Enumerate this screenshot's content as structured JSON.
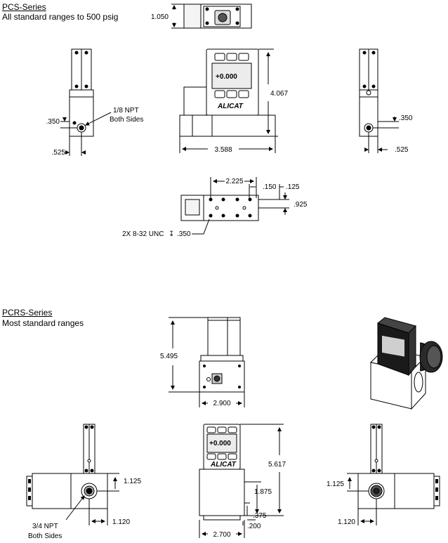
{
  "pcs": {
    "title": "PCS-Series",
    "subtitle": "All standard ranges to 500 psig",
    "dims": {
      "top_height": "1.050",
      "front_height": "4.067",
      "front_width": "3.588",
      "side_offset_left": ".350",
      "side_width_left": ".525",
      "side_offset_right": ".350",
      "side_width_right": ".525",
      "bottom_length": "2.225",
      "bottom_gap": ".150",
      "bottom_edge": ".125",
      "bottom_height": ".925"
    },
    "labels": {
      "port": "1/8 NPT",
      "port_sides": "Both Sides",
      "mount": "2X 8-32 UNC",
      "mount_depth": ".350",
      "display_value": "+0.000",
      "logo": "ALICAT"
    }
  },
  "pcrs": {
    "title": "PCRS-Series",
    "subtitle": "Most standard ranges",
    "dims": {
      "top_height": "5.495",
      "top_width": "2.900",
      "front_height": "5.617",
      "front_port_height": "1.875",
      "front_offset_a": ".375",
      "front_offset_b": ".200",
      "front_width": "2.700",
      "left_height": "1.125",
      "left_width": "1.120",
      "right_height": "1.125",
      "right_width": "1.120"
    },
    "labels": {
      "port": "3/4 NPT",
      "port_sides": "Both Sides",
      "display_value": "+0.000",
      "logo": "ALICAT"
    }
  },
  "colors": {
    "body": "#ffffff",
    "dark": "#1a1a1a",
    "screen": "#e8e8e8",
    "line": "#000000"
  }
}
